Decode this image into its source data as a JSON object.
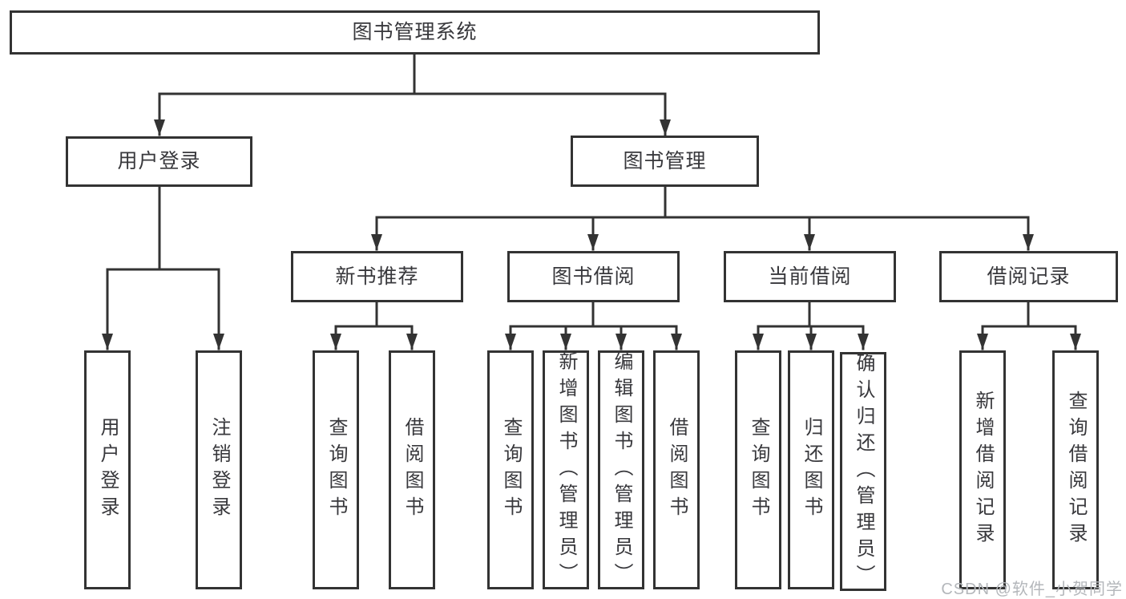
{
  "tree": {
    "root": "图书管理系统",
    "branches": [
      {
        "label": "用户登录",
        "leaves": [
          "用户登录",
          "注销登录"
        ]
      },
      {
        "label": "图书管理",
        "sections": [
          {
            "label": "新书推荐",
            "leaves": [
              "查询图书",
              "借阅图书"
            ]
          },
          {
            "label": "图书借阅",
            "leaves": [
              "查询图书",
              "新增图书（管理员）",
              "编辑图书（管理员）",
              "借阅图书"
            ]
          },
          {
            "label": "当前借阅",
            "leaves": [
              "查询图书",
              "归还图书",
              "确认归还（管理员）"
            ]
          },
          {
            "label": "借阅记录",
            "leaves": [
              "新增借阅记录",
              "查询借阅记录"
            ]
          }
        ]
      }
    ]
  },
  "watermark": {
    "text": "CSDN @软件_小贺同学",
    "color": "#b4b7bb"
  },
  "colors": {
    "line": "#333333",
    "box_border": "#333333",
    "text": "#38383c",
    "background": "#ffffff"
  }
}
